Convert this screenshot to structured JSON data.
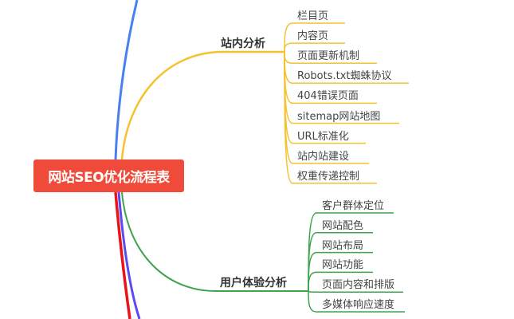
{
  "root": {
    "label": "网站SEO优化流程表",
    "color": "#f04b3a"
  },
  "branches": [
    {
      "label": "站内分析",
      "color": "#f5c22e",
      "children": [
        "栏目页",
        "内容页",
        "页面更新机制",
        "Robots.txt蜘蛛协议",
        "404错误页面",
        "sitemap网站地图",
        "URL标准化",
        "站内站建设",
        "权重传递控制"
      ]
    },
    {
      "label": "用户体验分析",
      "color": "#3fa34d",
      "children": [
        "客户群体定位",
        "网站配色",
        "网站布局",
        "网站功能",
        "页面内容和排版",
        "多媒体响应速度"
      ]
    }
  ],
  "offscreen_branch_colors": [
    "#4a7ff0",
    "#e8141a",
    "#5a4cf0"
  ]
}
